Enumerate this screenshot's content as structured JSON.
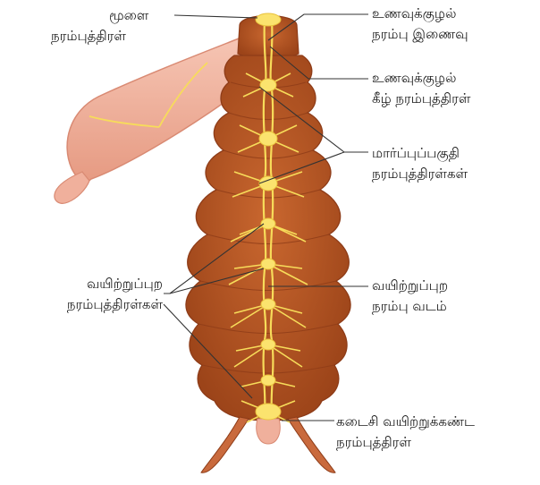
{
  "labels": {
    "brain": [
      "மூளை",
      "நரம்புத்திரள்"
    ],
    "circum_connective": [
      "உணவுக்குழல்",
      "நரம்பு இணைவு"
    ],
    "subesophageal": [
      "உணவுக்குழல்",
      "கீழ் நரம்புத்திரள்"
    ],
    "thoracic": [
      "மார்ப்புப்பகுதி",
      "நரம்புத்திரள்கள்"
    ],
    "abdominal_ganglia": [
      "வயிற்றுப்புற",
      "நரம்புத்திரள்கள்"
    ],
    "ventral_cord": [
      "வயிற்றுப்புற",
      "நரம்பு வடம்"
    ],
    "terminal": [
      "கடைசி வயிற்றுக்கண்ட",
      "நரம்புத்திரள்"
    ]
  },
  "colors": {
    "body": "#b8572c",
    "body_dark": "#8e3c18",
    "crop": "#f2b5a3",
    "nerve": "#f7dc5a",
    "ganglion": "#fbe36e",
    "leader_line": "#333333"
  }
}
